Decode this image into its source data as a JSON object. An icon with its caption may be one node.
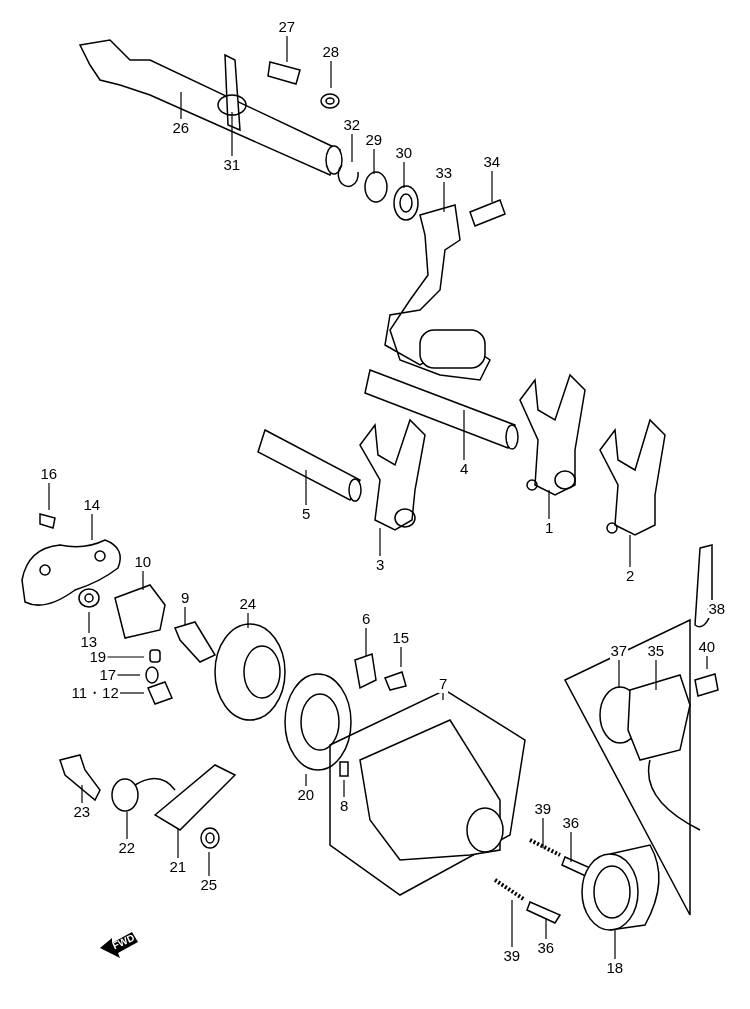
{
  "diagram": {
    "nodes": [
      {
        "text": [
          "27"
        ]
      },
      {
        "text": [
          "28"
        ]
      },
      {
        "text": [
          "26"
        ]
      },
      {
        "text": [
          "31"
        ]
      },
      {
        "text": [
          "32"
        ]
      },
      {
        "text": [
          "29"
        ]
      },
      {
        "text": [
          "30"
        ]
      },
      {
        "text": [
          "33"
        ]
      },
      {
        "text": [
          "34"
        ]
      },
      {
        "text": [
          "4"
        ]
      },
      {
        "text": [
          "1"
        ]
      },
      {
        "text": [
          "5"
        ]
      },
      {
        "text": [
          "3"
        ]
      },
      {
        "text": [
          "2"
        ]
      },
      {
        "text": [
          "16"
        ]
      },
      {
        "text": [
          "14"
        ]
      },
      {
        "text": [
          "38"
        ]
      },
      {
        "text": [
          "10"
        ]
      },
      {
        "text": [
          "9"
        ]
      },
      {
        "text": [
          "24"
        ]
      },
      {
        "text": [
          "6"
        ]
      },
      {
        "text": [
          "15"
        ]
      },
      {
        "text": [
          "13"
        ]
      },
      {
        "text": [
          "19"
        ]
      },
      {
        "text": [
          "17"
        ]
      },
      {
        "text": [
          "11・12"
        ]
      },
      {
        "text": [
          "37"
        ]
      },
      {
        "text": [
          "35"
        ]
      },
      {
        "text": [
          "40"
        ]
      },
      {
        "text": [
          "7"
        ]
      },
      {
        "text": [
          "20"
        ]
      },
      {
        "text": [
          "8"
        ]
      },
      {
        "text": [
          "23"
        ]
      },
      {
        "text": [
          "22"
        ]
      },
      {
        "text": [
          "21"
        ]
      },
      {
        "text": [
          "25"
        ]
      },
      {
        "text": [
          "39"
        ]
      },
      {
        "text": [
          "36"
        ]
      },
      {
        "text": [
          "39"
        ]
      },
      {
        "text": [
          "36"
        ]
      },
      {
        "text": [
          "18"
        ]
      }
    ],
    "edges": [
      {
        "from": 0,
        "to": null,
        "arrow": "none"
      },
      {
        "from": 1,
        "to": null,
        "arrow": "none"
      },
      {
        "from": 2,
        "to": null,
        "arrow": "none"
      },
      {
        "from": 3,
        "to": null,
        "arrow": "none"
      },
      {
        "from": 4,
        "to": null,
        "arrow": "none"
      },
      {
        "from": 5,
        "to": null,
        "arrow": "none"
      },
      {
        "from": 6,
        "to": null,
        "arrow": "none"
      },
      {
        "from": 7,
        "to": null,
        "arrow": "none"
      },
      {
        "from": 8,
        "to": null,
        "arrow": "none"
      },
      {
        "from": 9,
        "to": null,
        "arrow": "none"
      },
      {
        "from": 10,
        "to": null,
        "arrow": "none"
      },
      {
        "from": 11,
        "to": null,
        "arrow": "none"
      },
      {
        "from": 12,
        "to": null,
        "arrow": "none"
      },
      {
        "from": 13,
        "to": null,
        "arrow": "none"
      },
      {
        "from": 14,
        "to": null,
        "arrow": "none"
      },
      {
        "from": 15,
        "to": null,
        "arrow": "none"
      },
      {
        "from": 16,
        "to": null,
        "arrow": "none"
      },
      {
        "from": 17,
        "to": null,
        "arrow": "none"
      },
      {
        "from": 18,
        "to": null,
        "arrow": "none"
      },
      {
        "from": 19,
        "to": null,
        "arrow": "none"
      },
      {
        "from": 20,
        "to": null,
        "arrow": "none"
      },
      {
        "from": 21,
        "to": null,
        "arrow": "none"
      },
      {
        "from": 22,
        "to": null,
        "arrow": "none"
      },
      {
        "from": 23,
        "to": null,
        "arrow": "none"
      },
      {
        "from": 24,
        "to": null,
        "arrow": "none"
      },
      {
        "from": 25,
        "to": null,
        "arrow": "none"
      },
      {
        "from": 26,
        "to": null,
        "arrow": "none"
      },
      {
        "from": 27,
        "to": null,
        "arrow": "none"
      },
      {
        "from": 28,
        "to": null,
        "arrow": "none"
      },
      {
        "from": 29,
        "to": null,
        "arrow": "none"
      },
      {
        "from": 30,
        "to": null,
        "arrow": "none"
      },
      {
        "from": 31,
        "to": null,
        "arrow": "none"
      },
      {
        "from": 32,
        "to": null,
        "arrow": "none"
      },
      {
        "from": 33,
        "to": null,
        "arrow": "none"
      },
      {
        "from": 34,
        "to": null,
        "arrow": "none"
      },
      {
        "from": 35,
        "to": null,
        "arrow": "none"
      },
      {
        "from": 36,
        "to": null,
        "arrow": "none"
      },
      {
        "from": 37,
        "to": null,
        "arrow": "none"
      },
      {
        "from": 38,
        "to": null,
        "arrow": "none"
      },
      {
        "from": 39,
        "to": null,
        "arrow": "none"
      },
      {
        "from": 40,
        "to": null,
        "arrow": "none"
      }
    ],
    "labels": [
      "FWD"
    ]
  }
}
